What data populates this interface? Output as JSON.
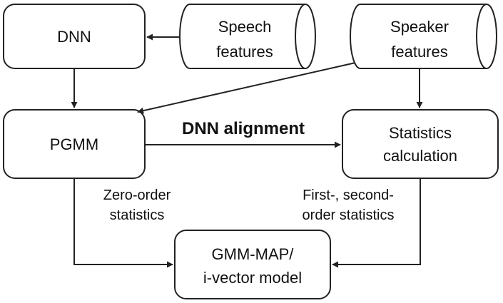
{
  "nodes": {
    "dnn": {
      "label": "DNN"
    },
    "speech": {
      "line1": "Speech",
      "line2": "features"
    },
    "speaker": {
      "line1": "Speaker",
      "line2": "features"
    },
    "pgmm": {
      "label": "PGMM"
    },
    "stats": {
      "line1": "Statistics",
      "line2": "calculation"
    },
    "model": {
      "line1": "GMM-MAP/",
      "line2": "i-vector model"
    }
  },
  "edges": {
    "alignment": {
      "label": "DNN alignment"
    },
    "zero_order": {
      "line1": "Zero-order",
      "line2": "statistics"
    },
    "first_second": {
      "line1": "First-, second-",
      "line2": "order statistics"
    }
  }
}
